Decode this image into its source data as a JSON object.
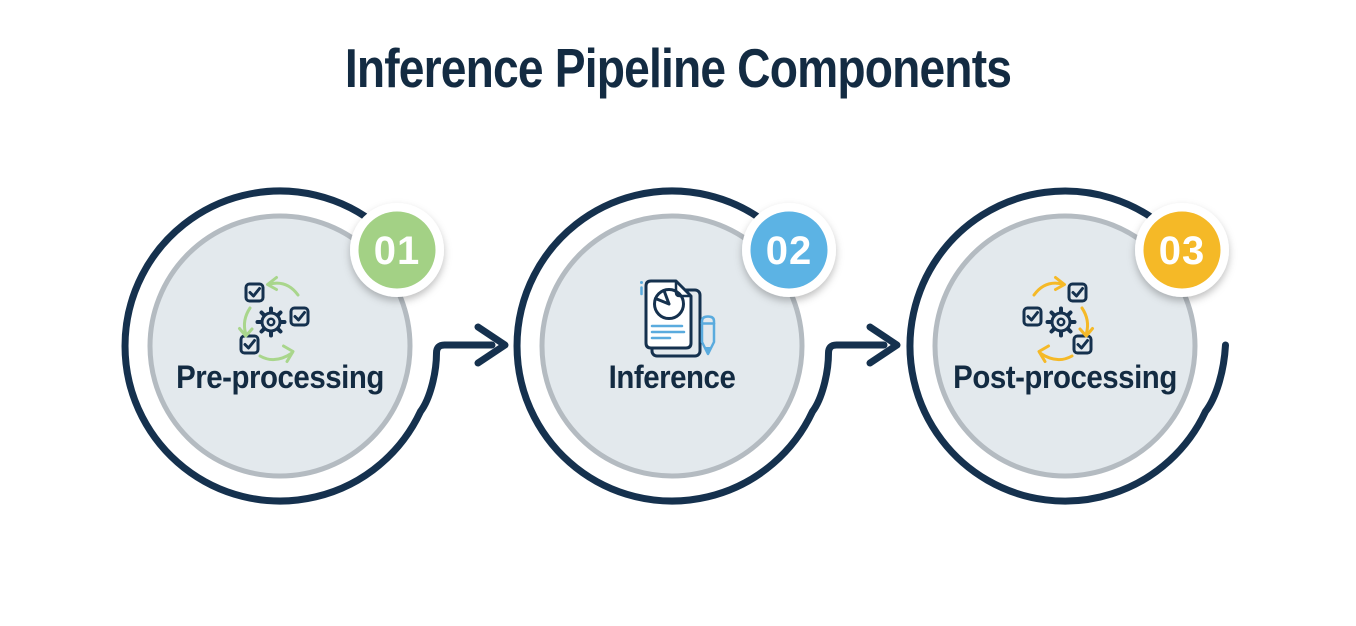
{
  "title": "Inference Pipeline Components",
  "steps": [
    {
      "number": "01",
      "label": "Pre-processing",
      "badge_color": "#a3d185",
      "arrow_accent": "#a9d68c",
      "icon": "checklist-gear-cycle-icon"
    },
    {
      "number": "02",
      "label": "Inference",
      "badge_color": "#5cb3e4",
      "arrow_accent": "#5aabde",
      "icon": "document-report-pencil-icon"
    },
    {
      "number": "03",
      "label": "Post-processing",
      "badge_color": "#f5b927",
      "arrow_accent": "#f5b927",
      "icon": "checklist-gear-cycle-icon-mirrored"
    }
  ],
  "connectors": [
    {
      "from": "01",
      "to": "02",
      "type": "arrow"
    },
    {
      "from": "02",
      "to": "03",
      "type": "arrow"
    },
    {
      "from": "03",
      "type": "open-tail"
    }
  ],
  "colors": {
    "background": "#ffffff",
    "navy_stroke": "#15314e",
    "text_navy": "#132b42",
    "disc_fill": "#e3e9ed",
    "disc_ring": "#b4bbc1",
    "badge_halo": "#ffffff",
    "number_text": "#ffffff"
  }
}
